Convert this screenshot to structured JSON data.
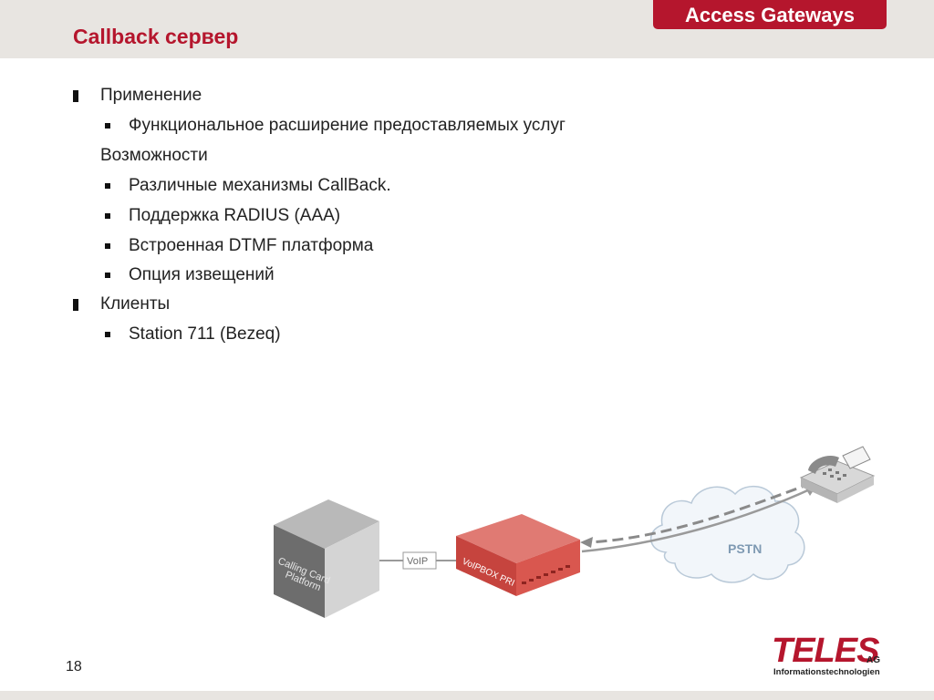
{
  "header": {
    "title": "Callback сервер",
    "brand_tab": "Access Gateways"
  },
  "content": {
    "sections": [
      {
        "label": "Применение",
        "items": [
          "Функциональное расширение предоставляемых услуг"
        ]
      },
      {
        "label": "Возможности",
        "items": [
          "Различные механизмы CallBack.",
          "Поддержка RADIUS (AAA)",
          "Встроенная DTMF платформа",
          "Опция извещений"
        ]
      },
      {
        "label": "Клиенты",
        "items": [
          "Station 711 (Bezeq)"
        ]
      }
    ]
  },
  "diagram": {
    "platform_label_line1": "Calling Card",
    "platform_label_line2": "Platform",
    "voip_label": "VoIP",
    "device_label": "VoIPBOX PRI",
    "cloud_label": "PSTN"
  },
  "footer": {
    "page_number": "18",
    "logo_main": "TELES",
    "logo_suffix": "AG",
    "logo_tagline": "Informationstechnologien"
  },
  "colors": {
    "accent": "#b5162d",
    "band": "#e8e5e1"
  },
  "icons": [
    "phone-icon",
    "cloud-icon",
    "server-cube-icon",
    "gateway-device-icon"
  ]
}
